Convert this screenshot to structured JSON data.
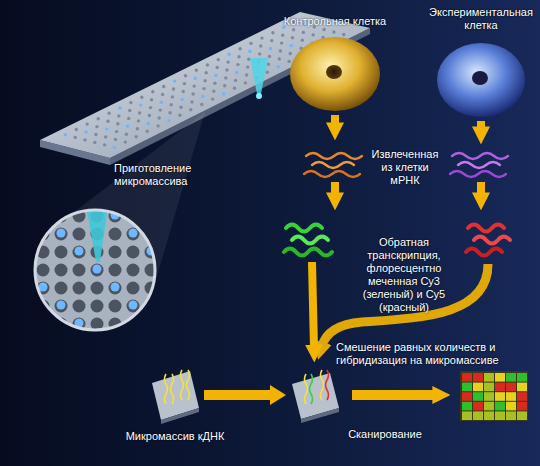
{
  "diagram": {
    "nodes": [
      {
        "text": [
          "Контрольная клетка"
        ]
      },
      {
        "text": [
          "Экспериментальная клетка"
        ]
      },
      {
        "text": [
          "Микромассив кДНК"
        ]
      },
      {
        "text": [
          "Смешение равных количеств и гибридизация на микромассиве"
        ]
      }
    ],
    "edges": [
      {
        "from": 2,
        "to": 3,
        "arrow": "to"
      }
    ],
    "labels": [
      "Приготовление микромассива",
      "Извлеченная из клетки мРНК",
      "Обратная транскрипция, флоресцентно меченная Cy3 (зеленый) и Cy5 (красный)",
      "Сканирование"
    ]
  }
}
